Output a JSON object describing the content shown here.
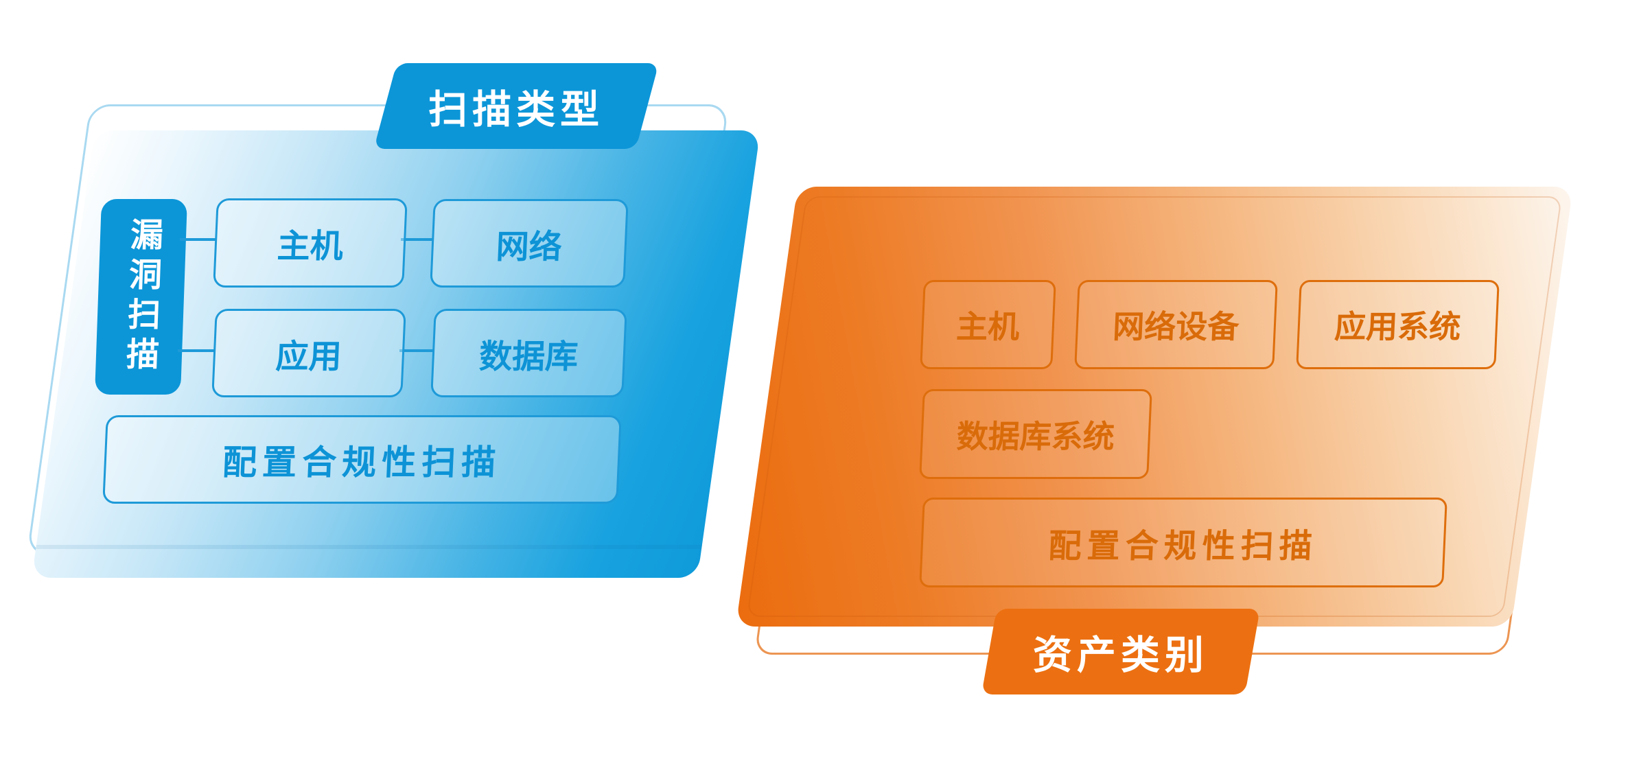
{
  "scan_type": {
    "tab_label": "扫描类型",
    "group_label": "漏洞扫描",
    "boxes": {
      "host": "主机",
      "network": "网络",
      "application": "应用",
      "database": "数据库",
      "compliance": "配置合规性扫描"
    }
  },
  "asset_category": {
    "tab_label": "资产类别",
    "boxes": {
      "host": "主机",
      "network_device": "网络设备",
      "application_system": "应用系统",
      "database_system": "数据库系统",
      "compliance": "配置合规性扫描"
    }
  },
  "colors": {
    "blue_primary": "#0c96d8",
    "blue_box_border": "#1e9ad8",
    "blue_box_text": "#0d93d6",
    "blue_backcard_stroke": "#a9d9f1",
    "orange_primary": "#ec7011",
    "orange_box_border": "#de6e0c",
    "orange_box_text": "#d96b09",
    "orange_backcard_stroke": "#ec9552"
  }
}
